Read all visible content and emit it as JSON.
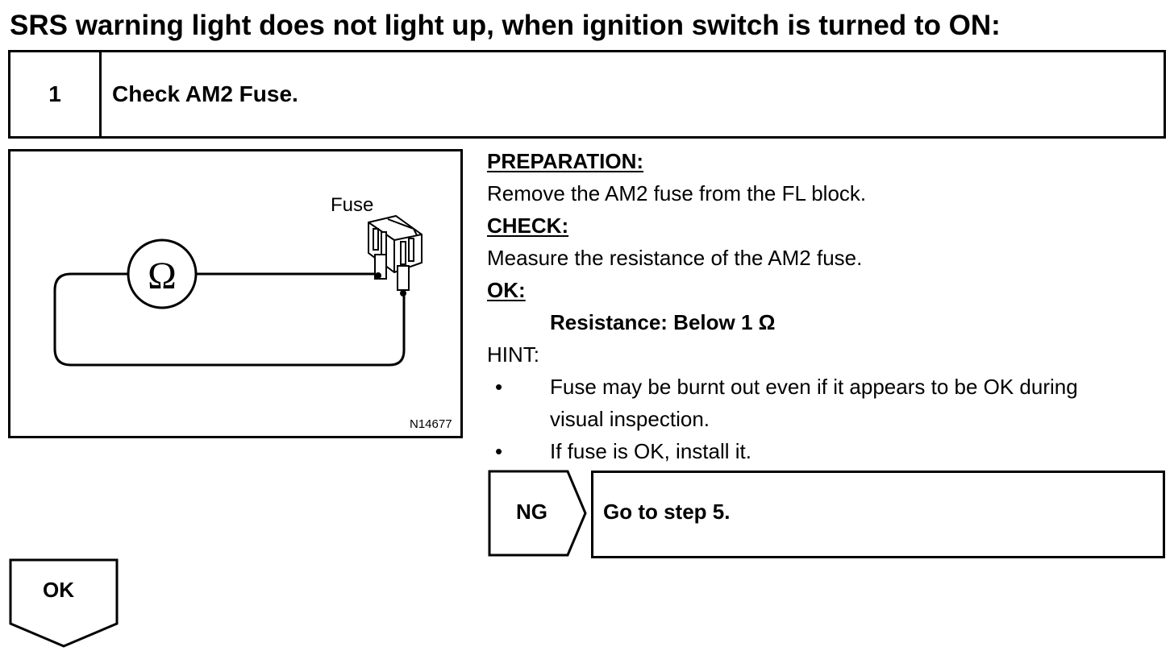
{
  "document": {
    "title": "SRS warning light does not light up, when ignition switch is turned to ON:",
    "step": {
      "number": "1",
      "label": "Check AM2 Fuse."
    },
    "figure": {
      "fuse_label": "Fuse",
      "meter_symbol": "Ω",
      "code": "N14677"
    },
    "instructions": {
      "preparation_heading": "PREPARATION:",
      "preparation_text": "Remove the AM2 fuse from the FL block.",
      "check_heading": "CHECK:",
      "check_text": "Measure the resistance of the AM2 fuse.",
      "ok_heading": "OK:",
      "ok_spec": "Resistance: Below 1 Ω",
      "hint_heading": "HINT:",
      "hints": [
        {
          "bullet": "•",
          "lines": [
            "Fuse may be burnt out even if it appears to be OK during",
            "visual inspection."
          ]
        },
        {
          "bullet": "•",
          "lines": [
            "If fuse is OK, install it."
          ]
        }
      ]
    },
    "ng": {
      "label": "NG",
      "action": "Go to step 5."
    },
    "ok": {
      "label": "OK"
    }
  }
}
